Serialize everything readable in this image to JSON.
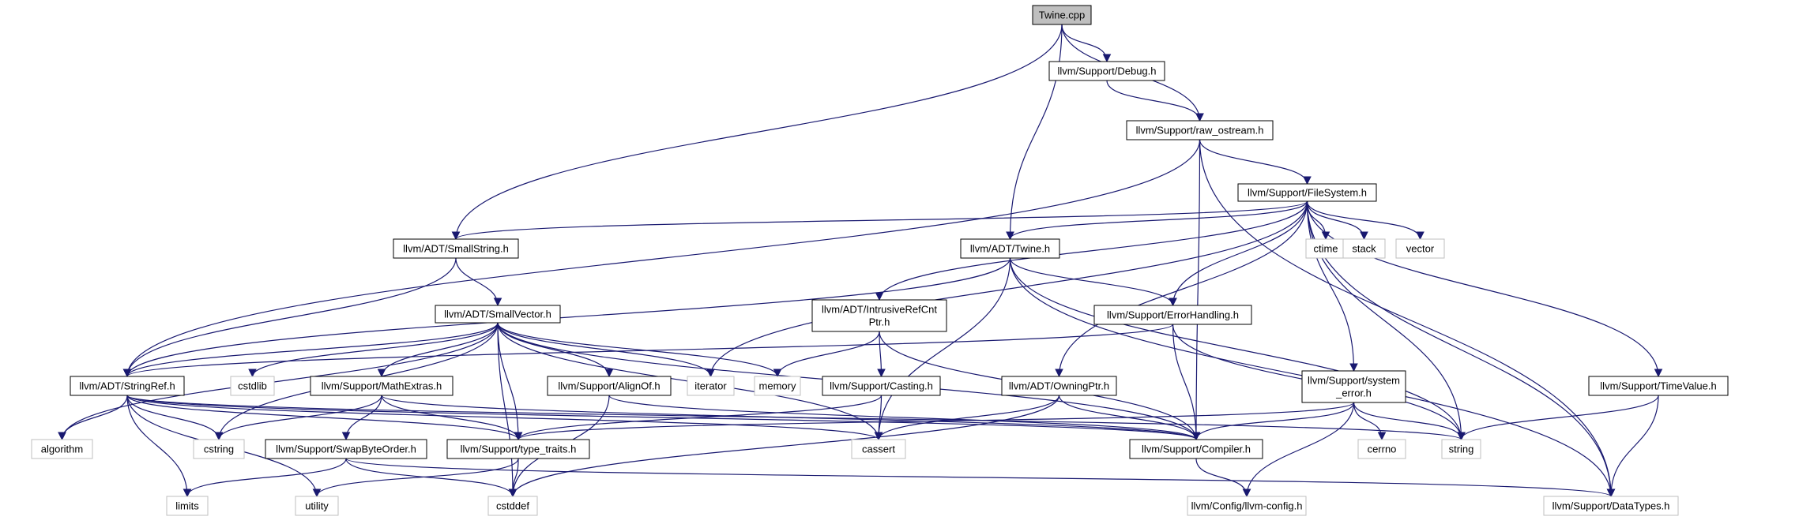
{
  "colors": {
    "edge": "#191970",
    "node_border": "#000000",
    "external_border": "#bfbfbf",
    "root_fill": "#bfbfbf",
    "node_fill": "#ffffff"
  },
  "nodes": [
    {
      "id": "twine_cpp",
      "label": "Twine.cpp",
      "kind": "root"
    },
    {
      "id": "debug_h",
      "label": "llvm/Support/Debug.h",
      "kind": "header"
    },
    {
      "id": "raw_ostream_h",
      "label": "llvm/Support/raw_ostream.h",
      "kind": "header"
    },
    {
      "id": "filesystem_h",
      "label": "llvm/Support/FileSystem.h",
      "kind": "header"
    },
    {
      "id": "smallstring_h",
      "label": "llvm/ADT/SmallString.h",
      "kind": "header"
    },
    {
      "id": "twine_h",
      "label": "llvm/ADT/Twine.h",
      "kind": "header"
    },
    {
      "id": "ctime",
      "label": "ctime",
      "kind": "system"
    },
    {
      "id": "stack",
      "label": "stack",
      "kind": "system"
    },
    {
      "id": "vector",
      "label": "vector",
      "kind": "system"
    },
    {
      "id": "smallvector_h",
      "label": "llvm/ADT/SmallVector.h",
      "kind": "header"
    },
    {
      "id": "intrusive_h",
      "label": "llvm/ADT/IntrusiveRefCnt\nPtr.h",
      "kind": "header"
    },
    {
      "id": "errorhandling_h",
      "label": "llvm/Support/ErrorHandling.h",
      "kind": "header"
    },
    {
      "id": "stringref_h",
      "label": "llvm/ADT/StringRef.h",
      "kind": "header"
    },
    {
      "id": "cstdlib",
      "label": "cstdlib",
      "kind": "system"
    },
    {
      "id": "mathextras_h",
      "label": "llvm/Support/MathExtras.h",
      "kind": "header"
    },
    {
      "id": "alignof_h",
      "label": "llvm/Support/AlignOf.h",
      "kind": "header"
    },
    {
      "id": "iterator",
      "label": "iterator",
      "kind": "system"
    },
    {
      "id": "memory",
      "label": "memory",
      "kind": "system"
    },
    {
      "id": "casting_h",
      "label": "llvm/Support/Casting.h",
      "kind": "header"
    },
    {
      "id": "owningptr_h",
      "label": "llvm/ADT/OwningPtr.h",
      "kind": "header"
    },
    {
      "id": "system_error_h",
      "label": "llvm/Support/system\n_error.h",
      "kind": "header"
    },
    {
      "id": "timevalue_h",
      "label": "llvm/Support/TimeValue.h",
      "kind": "header"
    },
    {
      "id": "algorithm",
      "label": "algorithm",
      "kind": "system"
    },
    {
      "id": "cstring",
      "label": "cstring",
      "kind": "system"
    },
    {
      "id": "swapbyteorder_h",
      "label": "llvm/Support/SwapByteOrder.h",
      "kind": "header"
    },
    {
      "id": "type_traits_h",
      "label": "llvm/Support/type_traits.h",
      "kind": "header"
    },
    {
      "id": "cassert",
      "label": "cassert",
      "kind": "system"
    },
    {
      "id": "compiler_h",
      "label": "llvm/Support/Compiler.h",
      "kind": "header"
    },
    {
      "id": "cerrno",
      "label": "cerrno",
      "kind": "system"
    },
    {
      "id": "string",
      "label": "string",
      "kind": "system"
    },
    {
      "id": "limits",
      "label": "limits",
      "kind": "system"
    },
    {
      "id": "utility",
      "label": "utility",
      "kind": "system"
    },
    {
      "id": "cstddef",
      "label": "cstddef",
      "kind": "system"
    },
    {
      "id": "llvm_config_h",
      "label": "llvm/Config/llvm-config.h",
      "kind": "system"
    },
    {
      "id": "datatypes_h",
      "label": "llvm/Support/DataTypes.h",
      "kind": "system"
    }
  ],
  "edges": [
    [
      "twine_cpp",
      "debug_h"
    ],
    [
      "twine_cpp",
      "raw_ostream_h"
    ],
    [
      "twine_cpp",
      "smallstring_h"
    ],
    [
      "twine_cpp",
      "twine_h"
    ],
    [
      "debug_h",
      "raw_ostream_h"
    ],
    [
      "raw_ostream_h",
      "filesystem_h"
    ],
    [
      "raw_ostream_h",
      "stringref_h"
    ],
    [
      "raw_ostream_h",
      "compiler_h"
    ],
    [
      "raw_ostream_h",
      "datatypes_h"
    ],
    [
      "filesystem_h",
      "smallstring_h"
    ],
    [
      "filesystem_h",
      "twine_h"
    ],
    [
      "filesystem_h",
      "ctime"
    ],
    [
      "filesystem_h",
      "stack"
    ],
    [
      "filesystem_h",
      "vector"
    ],
    [
      "filesystem_h",
      "intrusive_h"
    ],
    [
      "filesystem_h",
      "errorhandling_h"
    ],
    [
      "filesystem_h",
      "iterator"
    ],
    [
      "filesystem_h",
      "owningptr_h"
    ],
    [
      "filesystem_h",
      "system_error_h"
    ],
    [
      "filesystem_h",
      "timevalue_h"
    ],
    [
      "filesystem_h",
      "string"
    ],
    [
      "filesystem_h",
      "datatypes_h"
    ],
    [
      "smallstring_h",
      "smallvector_h"
    ],
    [
      "smallstring_h",
      "stringref_h"
    ],
    [
      "twine_h",
      "stringref_h"
    ],
    [
      "twine_h",
      "errorhandling_h"
    ],
    [
      "twine_h",
      "cassert"
    ],
    [
      "twine_h",
      "string"
    ],
    [
      "twine_h",
      "datatypes_h"
    ],
    [
      "smallvector_h",
      "stringref_h"
    ],
    [
      "smallvector_h",
      "algorithm"
    ],
    [
      "smallvector_h",
      "cstddef"
    ],
    [
      "smallvector_h",
      "cstdlib"
    ],
    [
      "smallvector_h",
      "cstring"
    ],
    [
      "smallvector_h",
      "mathextras_h"
    ],
    [
      "smallvector_h",
      "type_traits_h"
    ],
    [
      "smallvector_h",
      "alignof_h"
    ],
    [
      "smallvector_h",
      "cassert"
    ],
    [
      "smallvector_h",
      "iterator"
    ],
    [
      "smallvector_h",
      "memory"
    ],
    [
      "smallvector_h",
      "compiler_h"
    ],
    [
      "intrusive_h",
      "memory"
    ],
    [
      "intrusive_h",
      "casting_h"
    ],
    [
      "intrusive_h",
      "compiler_h"
    ],
    [
      "errorhandling_h",
      "stringref_h"
    ],
    [
      "errorhandling_h",
      "compiler_h"
    ],
    [
      "errorhandling_h",
      "string"
    ],
    [
      "stringref_h",
      "algorithm"
    ],
    [
      "stringref_h",
      "cstring"
    ],
    [
      "stringref_h",
      "limits"
    ],
    [
      "stringref_h",
      "utility"
    ],
    [
      "stringref_h",
      "type_traits_h"
    ],
    [
      "stringref_h",
      "cassert"
    ],
    [
      "stringref_h",
      "string"
    ],
    [
      "stringref_h",
      "compiler_h"
    ],
    [
      "mathextras_h",
      "cstring"
    ],
    [
      "mathextras_h",
      "swapbyteorder_h"
    ],
    [
      "mathextras_h",
      "type_traits_h"
    ],
    [
      "mathextras_h",
      "compiler_h"
    ],
    [
      "alignof_h",
      "cstddef"
    ],
    [
      "alignof_h",
      "compiler_h"
    ],
    [
      "casting_h",
      "type_traits_h"
    ],
    [
      "casting_h",
      "cassert"
    ],
    [
      "owningptr_h",
      "cassert"
    ],
    [
      "owningptr_h",
      "cstddef"
    ],
    [
      "owningptr_h",
      "compiler_h"
    ],
    [
      "system_error_h",
      "type_traits_h"
    ],
    [
      "system_error_h",
      "compiler_h"
    ],
    [
      "system_error_h",
      "cerrno"
    ],
    [
      "system_error_h",
      "string"
    ],
    [
      "system_error_h",
      "llvm_config_h"
    ],
    [
      "timevalue_h",
      "string"
    ],
    [
      "timevalue_h",
      "datatypes_h"
    ],
    [
      "swapbyteorder_h",
      "limits"
    ],
    [
      "swapbyteorder_h",
      "cstddef"
    ],
    [
      "swapbyteorder_h",
      "datatypes_h"
    ],
    [
      "type_traits_h",
      "utility"
    ],
    [
      "type_traits_h",
      "cstddef"
    ],
    [
      "compiler_h",
      "llvm_config_h"
    ]
  ]
}
